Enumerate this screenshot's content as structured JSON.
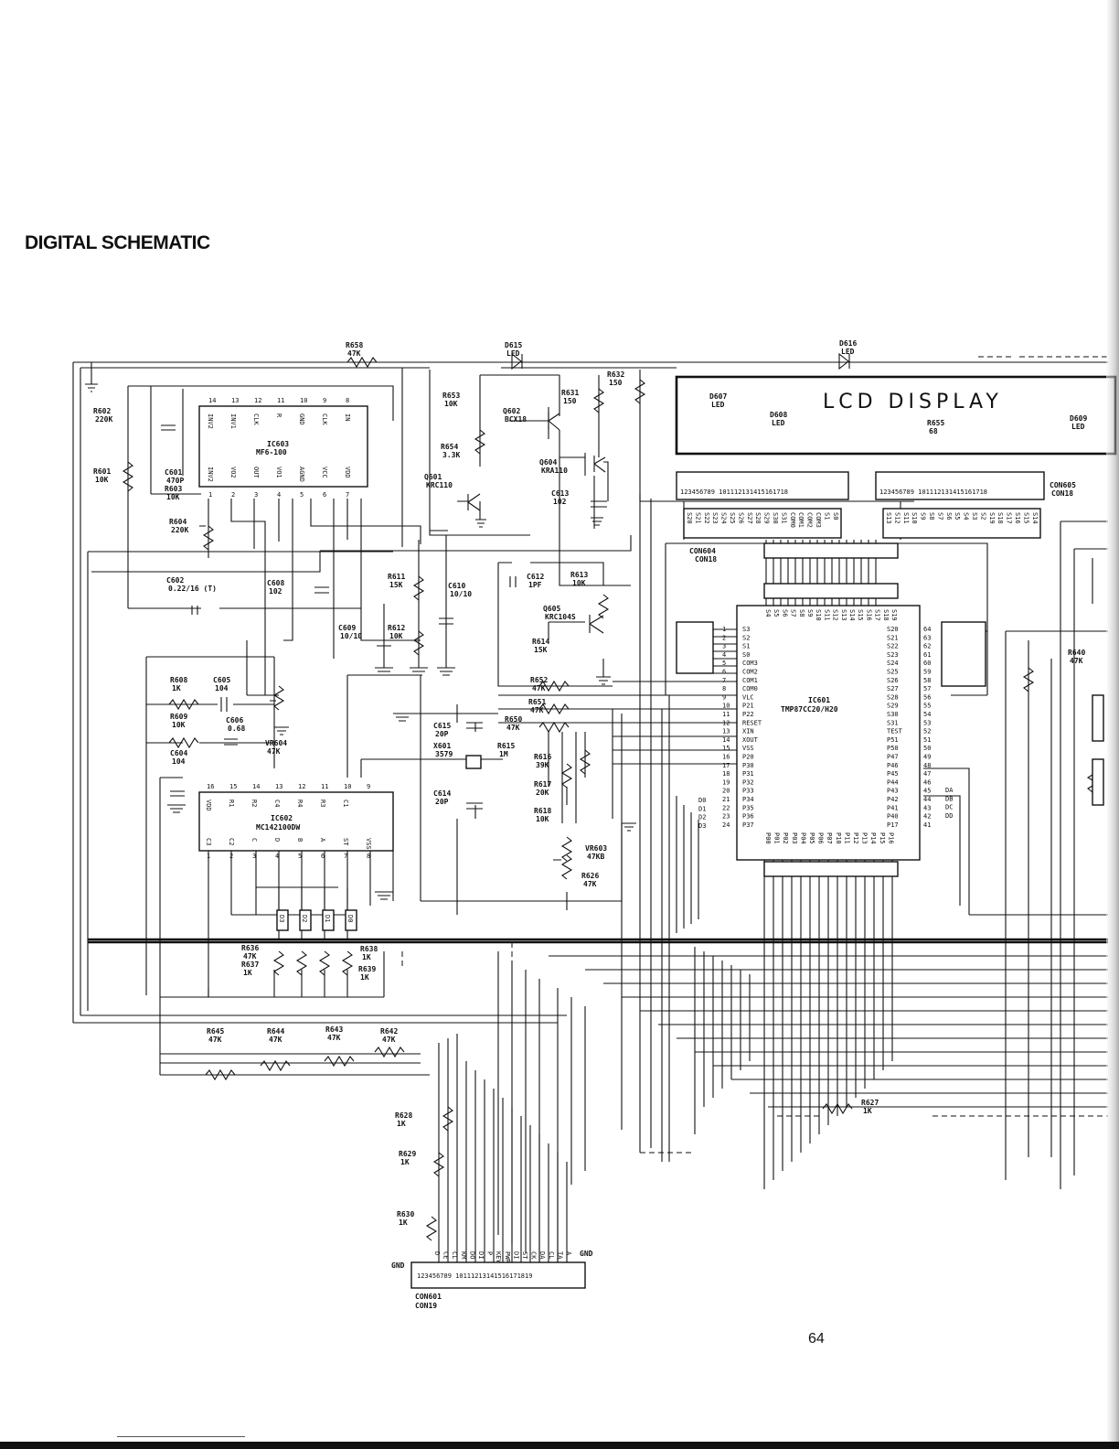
{
  "header": {
    "title": "DIGITAL SCHEMATIC"
  },
  "footer": {
    "page_number": "64"
  },
  "lcd": {
    "title": "LCD DISPLAY"
  },
  "ics": {
    "ic603": {
      "ref": "IC603",
      "part": "MF6-100",
      "top_pins": [
        "14",
        "13",
        "12",
        "11",
        "10",
        "9",
        "8"
      ],
      "bottom_pins": [
        "1",
        "2",
        "3",
        "4",
        "5",
        "6",
        "7"
      ],
      "top_labels": [
        "INV2",
        "INV1",
        "CLK",
        "R",
        "GND",
        "CLK",
        "IN"
      ],
      "bottom_labels": [
        "INV2",
        "VO2",
        "OUT",
        "VO1",
        "AGND",
        "VCC",
        "VDD"
      ]
    },
    "ic602": {
      "ref": "IC602",
      "part": "MC142100DW",
      "top_pins": [
        "16",
        "15",
        "14",
        "13",
        "12",
        "11",
        "10",
        "9"
      ],
      "bottom_pins": [
        "1",
        "2",
        "3",
        "4",
        "5",
        "6",
        "7",
        "8"
      ],
      "top_labels": [
        "VDD",
        "R1",
        "R2",
        "C4",
        "R4",
        "R3",
        "C1",
        ""
      ],
      "bottom_labels": [
        "C3",
        "C2",
        "C",
        "D",
        "B",
        "A",
        "ST",
        "VSS"
      ]
    },
    "ic601": {
      "ref": "IC601",
      "part": "TMP87CC20/H20",
      "left_pins": [
        "1",
        "2",
        "3",
        "4",
        "5",
        "6",
        "7",
        "8",
        "9",
        "10",
        "11",
        "12",
        "13",
        "14",
        "15",
        "16",
        "17",
        "18",
        "19",
        "20",
        "21",
        "22",
        "23",
        "24"
      ],
      "left_labels": [
        "S3",
        "S2",
        "S1",
        "S0",
        "COM3",
        "COM2",
        "COM1",
        "COM0",
        "VLC",
        "P21",
        "P22",
        "RESET",
        "XIN",
        "XOUT",
        "VSS",
        "P20",
        "P30",
        "P31",
        "P32",
        "P33",
        "P34",
        "P35",
        "P36",
        "P37"
      ],
      "right_pins": [
        "64",
        "63",
        "62",
        "61",
        "60",
        "59",
        "58",
        "57",
        "56",
        "55",
        "54",
        "53",
        "52",
        "51",
        "50",
        "49",
        "48",
        "47",
        "46",
        "45",
        "44",
        "43",
        "42",
        "41"
      ],
      "right_labels": [
        "S20",
        "S21",
        "S22",
        "S23",
        "S24",
        "S25",
        "S26",
        "S27",
        "S28",
        "S29",
        "S30",
        "S31",
        "TEST",
        "P51",
        "P50",
        "P47",
        "P46",
        "P45",
        "P44",
        "P43",
        "P42",
        "P41",
        "P40",
        "P17"
      ],
      "top_labels": [
        "S4",
        "S5",
        "S6",
        "S7",
        "S8",
        "S9",
        "S10",
        "S11",
        "S12",
        "S13",
        "S14",
        "S15",
        "S16",
        "S17",
        "S18",
        "S19"
      ],
      "bottom_labels": [
        "P00",
        "P01",
        "P02",
        "P03",
        "P04",
        "P05",
        "P06",
        "P07",
        "P10",
        "P11",
        "P12",
        "P13",
        "P14",
        "P15",
        "P16"
      ]
    }
  },
  "transistors": [
    {
      "ref": "Q601",
      "part": "KRC110"
    },
    {
      "ref": "Q602",
      "part": "BCX18"
    },
    {
      "ref": "Q604",
      "part": "KRA110"
    },
    {
      "ref": "Q605",
      "part": "KRC104S"
    }
  ],
  "leds": [
    {
      "ref": "D615",
      "label": "LED"
    },
    {
      "ref": "D616",
      "label": "LED"
    },
    {
      "ref": "D607",
      "label": "LED"
    },
    {
      "ref": "D608",
      "label": "LED"
    },
    {
      "ref": "D609",
      "label": "LED"
    }
  ],
  "resistors": [
    {
      "ref": "R658",
      "value": "47K"
    },
    {
      "ref": "R602",
      "value": "220K"
    },
    {
      "ref": "R601",
      "value": "10K"
    },
    {
      "ref": "R603",
      "value": "10K"
    },
    {
      "ref": "R604",
      "value": "220K"
    },
    {
      "ref": "R653",
      "value": "10K"
    },
    {
      "ref": "R654",
      "value": "3.3K"
    },
    {
      "ref": "R631",
      "value": "150"
    },
    {
      "ref": "R632",
      "value": "150"
    },
    {
      "ref": "R655",
      "value": "68"
    },
    {
      "ref": "R611",
      "value": "15K"
    },
    {
      "ref": "R612",
      "value": "10K"
    },
    {
      "ref": "R613",
      "value": "10K"
    },
    {
      "ref": "R614",
      "value": "15K"
    },
    {
      "ref": "R652",
      "value": "47K"
    },
    {
      "ref": "R651",
      "value": "47K"
    },
    {
      "ref": "R650",
      "value": "47K"
    },
    {
      "ref": "R615",
      "value": "1M"
    },
    {
      "ref": "R616",
      "value": "39K"
    },
    {
      "ref": "R617",
      "value": "20K"
    },
    {
      "ref": "R618",
      "value": "10K"
    },
    {
      "ref": "R626",
      "value": "47K"
    },
    {
      "ref": "R608",
      "value": "1K"
    },
    {
      "ref": "R609",
      "value": "10K"
    },
    {
      "ref": "R636",
      "value": "47K"
    },
    {
      "ref": "R637",
      "value": "1K"
    },
    {
      "ref": "R638",
      "value": "1K"
    },
    {
      "ref": "R639",
      "value": "1K"
    },
    {
      "ref": "R645",
      "value": "47K"
    },
    {
      "ref": "R644",
      "value": "47K"
    },
    {
      "ref": "R643",
      "value": "47K"
    },
    {
      "ref": "R642",
      "value": "47K"
    },
    {
      "ref": "R628",
      "value": "1K"
    },
    {
      "ref": "R629",
      "value": "1K"
    },
    {
      "ref": "R630",
      "value": "1K"
    },
    {
      "ref": "R627",
      "value": "1K"
    },
    {
      "ref": "R640",
      "value": "47K"
    }
  ],
  "capacitors": [
    {
      "ref": "C601",
      "value": "470P"
    },
    {
      "ref": "C602",
      "value": "0.22/16 (T)"
    },
    {
      "ref": "C608",
      "value": "102"
    },
    {
      "ref": "C609",
      "value": "10/10"
    },
    {
      "ref": "C610",
      "value": "10/10"
    },
    {
      "ref": "C612",
      "value": "1PF"
    },
    {
      "ref": "C613",
      "value": "102"
    },
    {
      "ref": "C605",
      "value": "104"
    },
    {
      "ref": "C606",
      "value": "0.68"
    },
    {
      "ref": "C604",
      "value": "104"
    },
    {
      "ref": "C615",
      "value": "20P"
    },
    {
      "ref": "C614",
      "value": "20P"
    }
  ],
  "pots": [
    {
      "ref": "VR604",
      "value": "47K"
    },
    {
      "ref": "VR603",
      "value": "47KB"
    }
  ],
  "crystal": {
    "ref": "X601",
    "value": "3579"
  },
  "connectors": {
    "con604": {
      "ref": "CON604",
      "type": "CON18",
      "pin_numbers": "123456789 101112131415161718",
      "signals": [
        "S20",
        "S21",
        "S22",
        "S23",
        "S24",
        "S25",
        "S26",
        "S27",
        "S28",
        "S29",
        "S30",
        "S31",
        "COM0",
        "COM1",
        "COM2",
        "COM3",
        "S1",
        "S0"
      ]
    },
    "con605": {
      "ref": "CON605",
      "type": "CON18",
      "pin_numbers": "123456789 101112131415161718",
      "signals": [
        "S13",
        "S12",
        "S11",
        "S10",
        "S9",
        "S8",
        "S7",
        "S6",
        "S5",
        "S4",
        "S3",
        "S2",
        "S19",
        "S18",
        "S17",
        "S16",
        "S15",
        "S14"
      ]
    },
    "con601": {
      "ref": "CON601",
      "type": "CON19",
      "pin_numbers": "123456789 10111213141516171819",
      "left_gnd": "GND",
      "right_gnd": "GND",
      "signals": [
        "D",
        "CE",
        "CL",
        "KM",
        "DO",
        "DI",
        "P",
        "KEY",
        "PWR",
        "DI",
        "ST",
        "CK",
        "DA",
        "CL",
        "TA",
        "A"
      ]
    }
  },
  "bus_labels": {
    "ic602_outputs": [
      "D3",
      "D2",
      "D1",
      "D0"
    ],
    "ic601_data_left": [
      "D0",
      "D1",
      "D2",
      "D3"
    ],
    "ic601_data_right": [
      "DA",
      "DB",
      "DC",
      "DD"
    ]
  }
}
